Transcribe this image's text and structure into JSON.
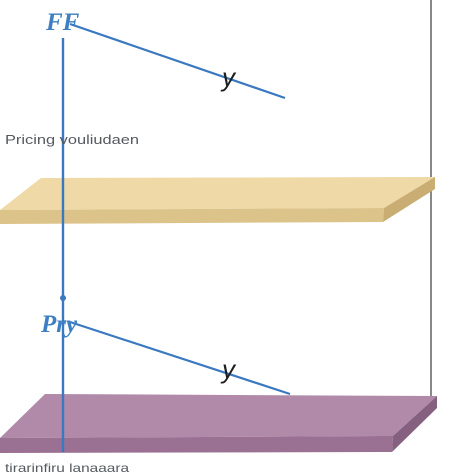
{
  "labels": {
    "top_force": "FF",
    "top_variable": "y",
    "middle_caption": "Pricing vouliudaen",
    "bottom_force": "Pry",
    "bottom_variable": "y",
    "bottom_caption": "tirarinfiru lanaaara"
  },
  "colors": {
    "background": "#ffffff",
    "blue_line": "#3a78c0",
    "blue_label": "#3d7fc2",
    "beige_plate_top": "#efd9a6",
    "beige_plate_front": "#dcc38a",
    "beige_plate_side": "#c9ad72",
    "purple_plate_top": "#b08aa8",
    "purple_plate_front": "#9a7093",
    "purple_plate_side": "#85607f",
    "right_edge_line": "#6b6b6b",
    "caption_text": "#555a60"
  }
}
